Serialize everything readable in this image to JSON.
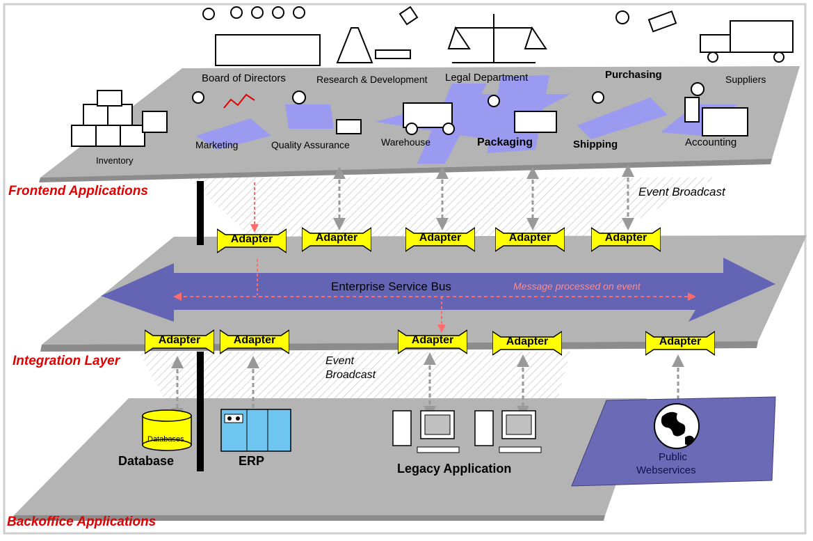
{
  "layers": {
    "frontend": "Frontend Applications",
    "integration": "Integration Layer",
    "backoffice": "Backoffice Applications"
  },
  "top_icons": [
    "Board of Directors",
    "Research & Development",
    "Legal Department",
    "Purchasing",
    "Suppliers"
  ],
  "frontend_items": [
    "Inventory",
    "Marketing",
    "Quality Assurance",
    "Warehouse",
    "Packaging",
    "Shipping",
    "Accounting"
  ],
  "event_broadcast_1": "Event Broadcast",
  "event_broadcast_2": [
    "Event",
    "Broadcast"
  ],
  "adapter_label": "Adapter",
  "esb": {
    "label": "Enterprise Service Bus",
    "message": "Message processed on event"
  },
  "backoffice_items": {
    "database_inner": "Databases",
    "database": "Database",
    "erp": "ERP",
    "legacy": "Legacy Application",
    "public": [
      "Public",
      "Webservices"
    ]
  },
  "colors": {
    "plane": "#b4b4b4",
    "esb": "#6464b4",
    "adapter": "#ffff00",
    "accent_red": "#e00000",
    "highlight_blue": "#9a9af0",
    "webservice_blue": "#6a6ab6"
  }
}
